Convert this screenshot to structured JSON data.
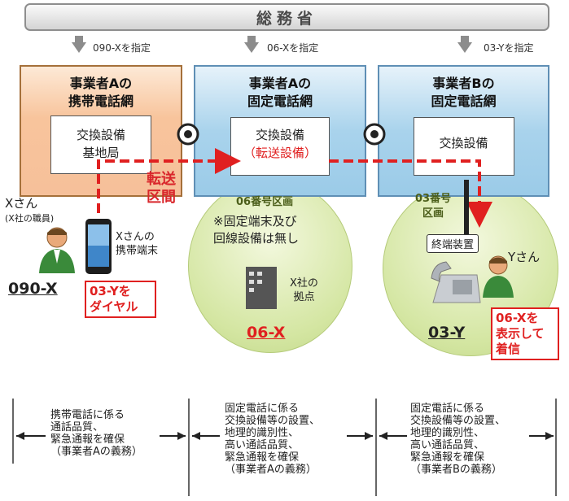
{
  "banner": {
    "title": "総務省"
  },
  "specify": [
    "090-Xを指定",
    "06-Xを指定",
    "03-Yを指定"
  ],
  "networks": {
    "a_mobile": {
      "title_l1": "事業者Aの",
      "title_l2": "携帯電話網",
      "equip_l1": "交換設備",
      "equip_l2": "基地局"
    },
    "a_fixed": {
      "title_l1": "事業者Aの",
      "title_l2": "固定電話網",
      "equip_l1": "交換設備",
      "equip_l2": "（転送設備）"
    },
    "b_fixed": {
      "title_l1": "事業者Bの",
      "title_l2": "固定電話網",
      "equip_l1": "交換設備"
    }
  },
  "transfer": {
    "l1": "転送",
    "l2": "区間"
  },
  "person_x": {
    "name": "Xさん",
    "role": "(X社の職員)",
    "device_l1": "Xさんの",
    "device_l2": "携帯端末",
    "number": "090-X"
  },
  "dial_box": {
    "l1": "03-Yを",
    "l2": "ダイヤル"
  },
  "area06": {
    "title": "06番号区画",
    "note_l1": "※固定端末及び",
    "note_l2": "回線設備は無し",
    "office_l1": "X社の",
    "office_l2": "拠点",
    "number": "06-X"
  },
  "area03": {
    "title_l1": "03番号",
    "title_l2": "区画",
    "terminal": "終端装置",
    "person": "Yさん",
    "number": "03-Y"
  },
  "display_box": {
    "l1": "06-Xを",
    "l2": "表示して",
    "l3": "着信"
  },
  "descriptions": [
    {
      "lines": [
        "携帯電話に係る",
        "通話品質、",
        "緊急通報を確保",
        "（事業者Aの義務）"
      ]
    },
    {
      "lines": [
        "固定電話に係る",
        "交換設備等の設置、",
        "地理的識別性、",
        "高い通話品質、",
        "緊急通報を確保",
        "（事業者Aの義務）"
      ]
    },
    {
      "lines": [
        "固定電話に係る",
        "交換設備等の設置、",
        "地理的識別性、",
        "高い通話品質、",
        "緊急通報を確保",
        "（事業者Bの義務）"
      ]
    }
  ],
  "colors": {
    "red": "#e02020",
    "mobile_net": "#f8c49c",
    "fixed_net": "#a9d3ec",
    "area": "#d4e6a2"
  }
}
